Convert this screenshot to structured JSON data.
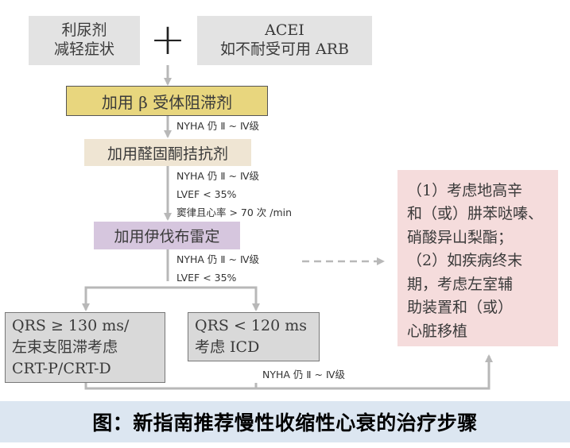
{
  "boxes": {
    "diuretic": [
      "利尿剂",
      "减轻症状"
    ],
    "plus": "+",
    "acei": [
      "ACEI",
      "如不耐受可用 ARB"
    ],
    "beta": "加用 β 受体阻滞剂",
    "aldosterone": "加用醛固酮拮抗剂",
    "ivabradine": "加用伊伐布雷定",
    "crt": [
      "QRS ≥ 130 ms/",
      "左束支阻滞考虑",
      "CRT-P/CRT-D"
    ],
    "icd": [
      "QRS < 120 ms",
      "考虑 ICD"
    ],
    "advanced": [
      "（1）考虑地高辛",
      "和（或）肼苯哒嗪、",
      "硝酸异山梨酯；",
      "（2）如疾病终末",
      "期，考虑左室辅",
      "助装置和（或）",
      "心脏移植"
    ]
  },
  "labels": {
    "nyha1": "NYHA 仍 Ⅱ ~ Ⅳ级",
    "nyha2": "NYHA 仍 Ⅱ ~ Ⅳ级",
    "lvef1": "LVEF < 35%",
    "sinus": "窦律且心率 > 70 次 /min",
    "nyha3": "NYHA 仍 Ⅱ ~ Ⅳ级",
    "lvef2": "LVEF < 35%",
    "nyha4": "NYHA 仍 Ⅱ ~ Ⅳ级"
  },
  "caption": "图：新指南推荐慢性收缩性心衰的治疗步骤",
  "colors": {
    "gray_box": "#e3e3e3",
    "beta_box": "#e8d67e",
    "aldosterone_box": "#efe5d3",
    "ivabradine_box": "#d6c6de",
    "pink_box": "#f5dcdc",
    "caption_bg": "#dce6f1",
    "arrow": "#b8b8b8"
  }
}
